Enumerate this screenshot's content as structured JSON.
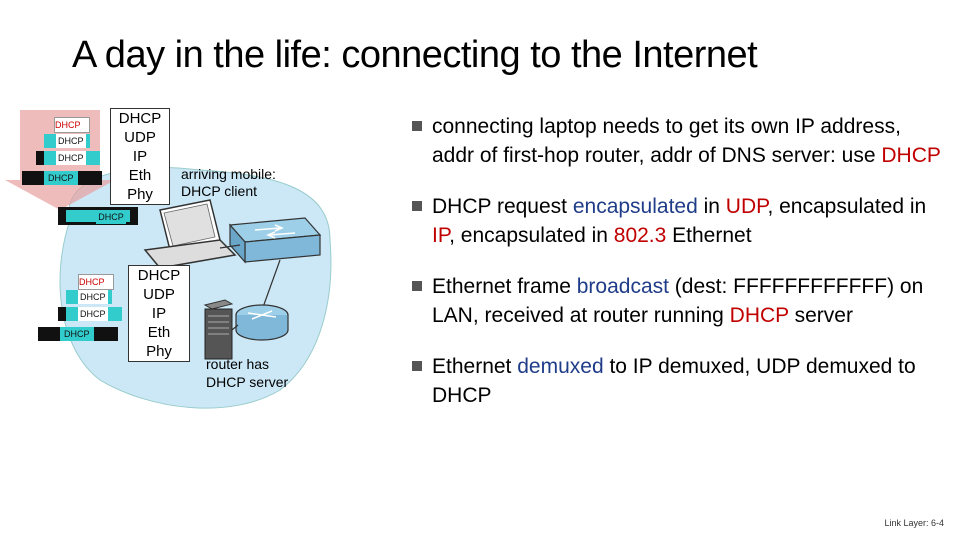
{
  "title": "A day in the life: connecting to the Internet",
  "laptop_stack": [
    "DHCP",
    "UDP",
    "IP",
    "Eth",
    "Phy"
  ],
  "router_stack": [
    "DHCP",
    "UDP",
    "IP",
    "Eth",
    "Phy"
  ],
  "packet_label": "DHCP",
  "labels": {
    "arriving_1": "arriving mobile:",
    "arriving_2": "DHCP client",
    "router_1": "router has",
    "router_2": "DHCP server"
  },
  "bullets": {
    "b1": {
      "t1": "connecting laptop needs to get its own IP address, addr of first-hop router, addr of DNS server: use ",
      "t2": "DHCP"
    },
    "b2": {
      "t1": "DHCP request ",
      "t2": "encapsulated",
      "t3": " in ",
      "t4": "UDP",
      "t5": ", encapsulated in ",
      "t6": "IP",
      "t7": ", encapsulated in ",
      "t8": "802.3",
      "t9": " Ethernet"
    },
    "b3": {
      "t1": "Ethernet frame ",
      "t2": "broadcast",
      "t3": " (dest: FFFFFFFFFFFF) on LAN, received at router running ",
      "t4": "DHCP",
      "t5": " server"
    },
    "b4": {
      "t1": "Ethernet ",
      "t2": "demuxed",
      "t3": " to IP demuxed, UDP demuxed to DHCP"
    }
  },
  "footer": "Link Layer: 6-4",
  "colors": {
    "red": "#c00000",
    "blue": "#1f3c88",
    "network_blob": "#cce8f6",
    "packet_green": "#3cc",
    "packet_dark": "#111"
  }
}
